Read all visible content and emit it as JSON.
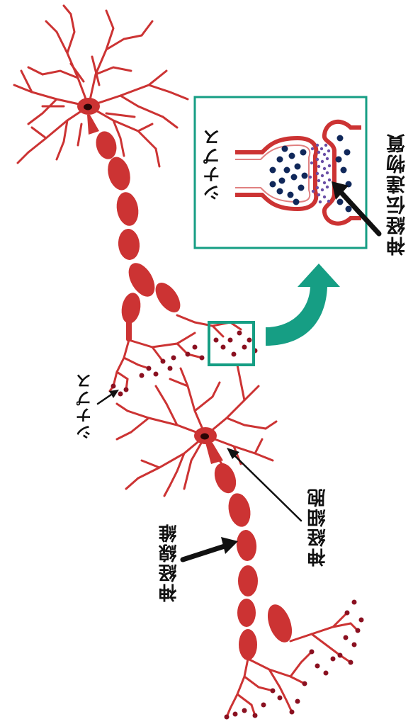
{
  "labels": {
    "synapse_main": "シナプス",
    "synapse_inset": "シナプス",
    "neurotransmitter": "神経伝達物質",
    "nerve_cell": "神経細胞",
    "nerve_fiber": "神経線維"
  },
  "colors": {
    "neuron": "#cc3333",
    "terminal_dot": "#8a1020",
    "inset_frame": "#169e84",
    "vesicle": "#10285a",
    "transmitter": "#6a4fa6",
    "arrow": "#111111",
    "background": "#ffffff"
  }
}
